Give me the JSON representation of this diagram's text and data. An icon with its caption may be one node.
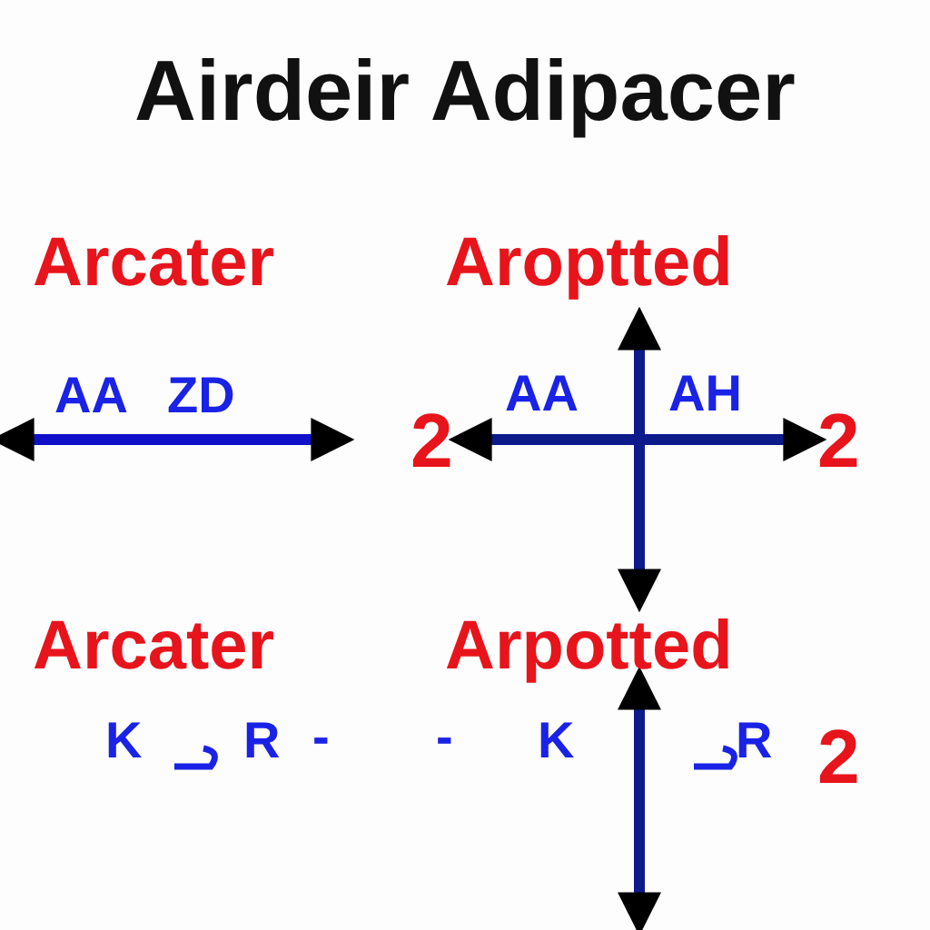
{
  "diagram": {
    "title": "Airdeir Adipacer",
    "labels": [
      "Arcater",
      "Aroptted",
      "AA",
      "ZD",
      "2",
      "AA",
      "AH",
      "2",
      "Arcater",
      "Arpotted",
      "K",
      "R",
      "-",
      "-",
      "K",
      "R",
      "2"
    ]
  }
}
